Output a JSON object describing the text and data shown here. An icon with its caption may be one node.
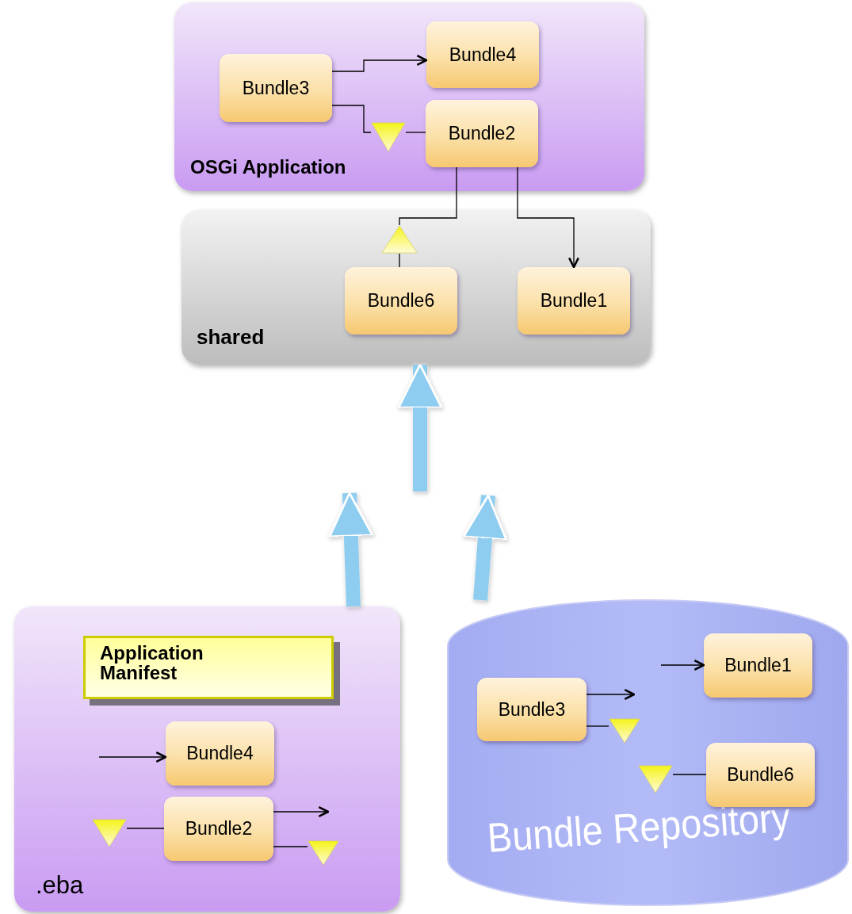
{
  "diagram": {
    "nodes": [
      {
        "text": [
          "OSGi Application"
        ]
      },
      {
        "text": [
          "Bundle3"
        ],
        "in": 0
      },
      {
        "text": [
          "Bundle4"
        ],
        "in": 0
      },
      {
        "text": [
          "Bundle2"
        ],
        "in": 0
      },
      {
        "text": [],
        "shape": "triangle",
        "in": 0
      },
      {
        "text": [
          "shared"
        ]
      },
      {
        "text": [],
        "shape": "triangle",
        "in": 5
      },
      {
        "text": [
          "Bundle6"
        ],
        "in": 5
      },
      {
        "text": [
          "Bundle1"
        ],
        "in": 5
      },
      {
        "text": [
          ".eba"
        ]
      },
      {
        "text": [
          "Application Manifest"
        ],
        "in": 9
      },
      {
        "text": [
          "Bundle4"
        ],
        "in": 9
      },
      {
        "text": [
          "Bundle2"
        ],
        "in": 9
      },
      {
        "text": [],
        "shape": "triangle",
        "in": 9
      },
      {
        "text": [],
        "shape": "triangle",
        "in": 9
      },
      {
        "text": [
          "Bundle Repository"
        ]
      },
      {
        "text": [
          "Bundle1"
        ],
        "in": 15
      },
      {
        "text": [
          "Bundle3"
        ],
        "in": 15
      },
      {
        "text": [],
        "shape": "triangle",
        "in": 15
      },
      {
        "text": [],
        "shape": "triangle",
        "in": 15
      },
      {
        "text": [
          "Bundle6"
        ],
        "in": 15
      }
    ],
    "edges": [
      {
        "from": 1,
        "to": 2,
        "arrow": "to"
      },
      {
        "from": 1,
        "to": 4,
        "arrow": "none"
      },
      {
        "from": 4,
        "to": 3,
        "arrow": "none"
      },
      {
        "from": 3,
        "to": 6,
        "arrow": "none"
      },
      {
        "from": 6,
        "to": 7,
        "arrow": "none"
      },
      {
        "from": 3,
        "to": 8,
        "arrow": "to"
      },
      {
        "from": null,
        "to": 11,
        "arrow": "to"
      },
      {
        "from": 13,
        "to": 12,
        "arrow": "none"
      },
      {
        "from": 12,
        "to": null,
        "arrow": "to"
      },
      {
        "from": 12,
        "to": 14,
        "arrow": "none"
      },
      {
        "from": null,
        "to": 16,
        "arrow": "to"
      },
      {
        "from": 17,
        "to": null,
        "arrow": "to"
      },
      {
        "from": 17,
        "to": 18,
        "arrow": "none"
      },
      {
        "from": 19,
        "to": 20,
        "arrow": "none"
      },
      {
        "from": 9,
        "to": null,
        "arrow": "to",
        "style": "thick",
        "color": "#8ecdf0"
      },
      {
        "from": 15,
        "to": null,
        "arrow": "to",
        "style": "thick",
        "color": "#8ecdf0"
      },
      {
        "from": null,
        "to": 5,
        "arrow": "to",
        "style": "thick",
        "color": "#8ecdf0"
      }
    ]
  }
}
